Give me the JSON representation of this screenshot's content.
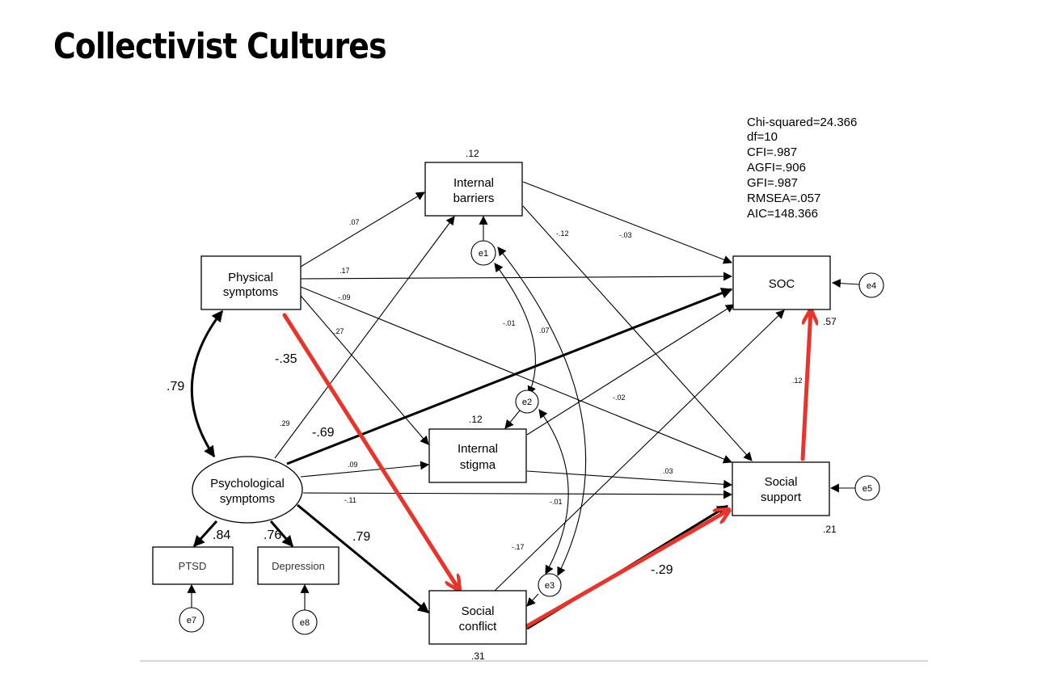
{
  "title": "Collectivist Cultures",
  "nodes": {
    "internal_barriers": [
      "Internal",
      "barriers"
    ],
    "physical_symptoms": [
      "Physical",
      "symptoms"
    ],
    "psychological_symptoms": [
      "Psychological",
      "symptoms"
    ],
    "internal_stigma": [
      "Internal",
      "stigma"
    ],
    "social_conflict": [
      "Social",
      "conflict"
    ],
    "soc": [
      "SOC"
    ],
    "social_support": [
      "Social",
      "support"
    ],
    "ptsd": [
      "PTSD"
    ],
    "depression": [
      "Depression"
    ]
  },
  "errors": {
    "e1": "e1",
    "e2": "e2",
    "e3": "e3",
    "e4": "e4",
    "e5": "e5",
    "e7": "e7",
    "e8": "e8"
  },
  "r_squared": {
    "internal_barriers": ".12",
    "internal_stigma": ".12",
    "soc": ".57",
    "social_support": ".21",
    "social_conflict": ".31"
  },
  "coefficients": {
    "phys_to_barriers": ".07",
    "phys_to_soc": ".17",
    "phys_to_support": "-.09",
    "phys_to_stigma": ".27",
    "phys_to_conflict": "-.35",
    "phys_psych_corr": ".79",
    "psych_to_barriers": ".29",
    "psych_to_soc": "-.69",
    "psych_to_stigma": ".09",
    "psych_to_support": "-.11",
    "psych_to_conflict": ".79",
    "psych_to_ptsd": ".84",
    "psych_to_depression": ".76",
    "barriers_to_support": "-.12",
    "barriers_to_soc": "-.03",
    "e1_e2": "-.01",
    "e1_e3": ".07",
    "stigma_to_soc": "-.02",
    "stigma_to_support": ".03",
    "e2_e3": "-.01",
    "conflict_to_soc": "-.17",
    "support_to_soc": ".12",
    "conflict_to_support": "-.29"
  },
  "fit_indices": [
    "Chi-squared=24.366",
    "df=10",
    "CFI=.987",
    "AGFI=.906",
    "GFI=.987",
    "RMSEA=.057",
    "AIC=148.366"
  ],
  "colors": {
    "ink": "#000000",
    "highlight": "#e8342a",
    "background": "#ffffff",
    "rule": "#b0b0b0"
  }
}
